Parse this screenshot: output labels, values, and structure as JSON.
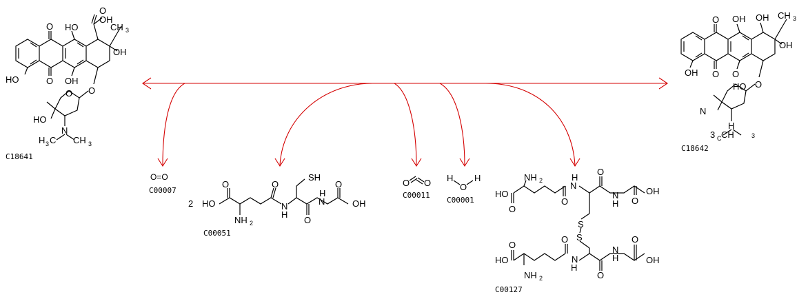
{
  "reaction": {
    "substrate": {
      "id": "C18641",
      "atoms": [
        "O",
        "O",
        "OH",
        "HO",
        "CH",
        "3",
        "OH",
        "O",
        "HO",
        "OH",
        "O",
        "O",
        "HO",
        "N",
        "H",
        "3",
        "C",
        "CH",
        "3"
      ]
    },
    "product": {
      "id": "C18642",
      "atoms": [
        "O",
        "OH",
        "OH",
        "CH",
        "3",
        "OH",
        "O",
        "OH",
        "O",
        "O",
        "HO",
        "N",
        "H",
        "3",
        "C",
        "CH",
        "3"
      ]
    },
    "side_compounds": [
      {
        "id": "C00007",
        "formula": "O=O"
      },
      {
        "id": "C00051",
        "coefficient": "2",
        "atoms": [
          "SH",
          "O",
          "HO",
          "NH",
          "2",
          "O",
          "N",
          "H",
          "O",
          "H",
          "N",
          "O",
          "OH"
        ]
      },
      {
        "id": "C00011",
        "atoms": [
          "O",
          "O"
        ]
      },
      {
        "id": "C00001",
        "atoms": [
          "H",
          "O",
          "H"
        ]
      },
      {
        "id": "C00127",
        "atoms": [
          "NH",
          "2",
          "O",
          "HO",
          "O",
          "H",
          "N",
          "N",
          "H",
          "O",
          "O",
          "OH",
          "S",
          "S",
          "O",
          "HO",
          "NH",
          "2",
          "O",
          "N",
          "H",
          "O",
          "N",
          "H",
          "O",
          "OH"
        ]
      }
    ],
    "colors": {
      "arrow": "#d40000",
      "structure": "#000000"
    }
  }
}
